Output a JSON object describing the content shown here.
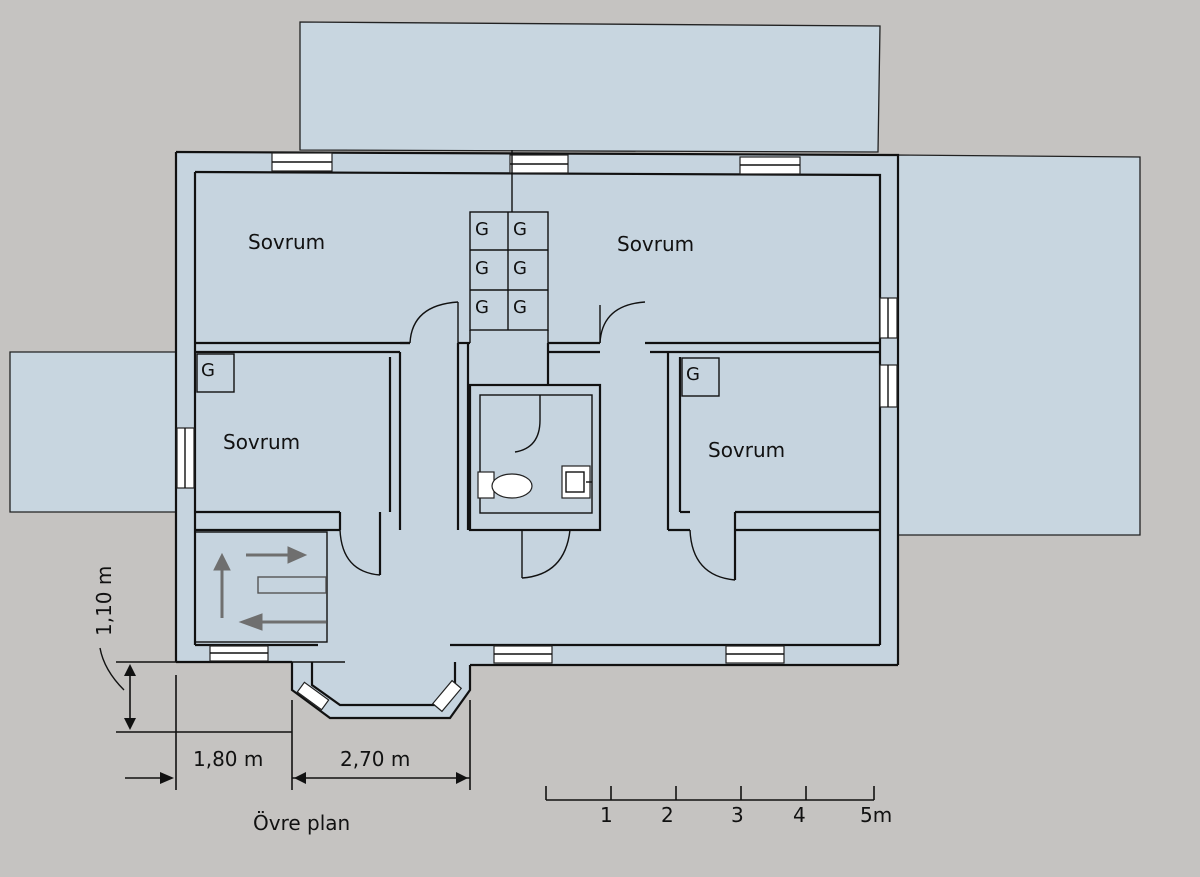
{
  "rooms": [
    {
      "label": "Sovrum"
    },
    {
      "label": "Sovrum"
    },
    {
      "label": "Sovrum"
    },
    {
      "label": "Sovrum"
    }
  ],
  "cabinet_label": "G",
  "dimensions": {
    "height": "1,10 m",
    "width_left": "1,80 m",
    "width_bay": "2,70 m"
  },
  "plan_title": "Övre plan",
  "scale_bar": {
    "ticks": [
      "1",
      "2",
      "3",
      "4",
      "5m"
    ]
  },
  "colors": {
    "background": "#c5c3c1",
    "floor": "#c6d4df",
    "walls": "#111111"
  }
}
